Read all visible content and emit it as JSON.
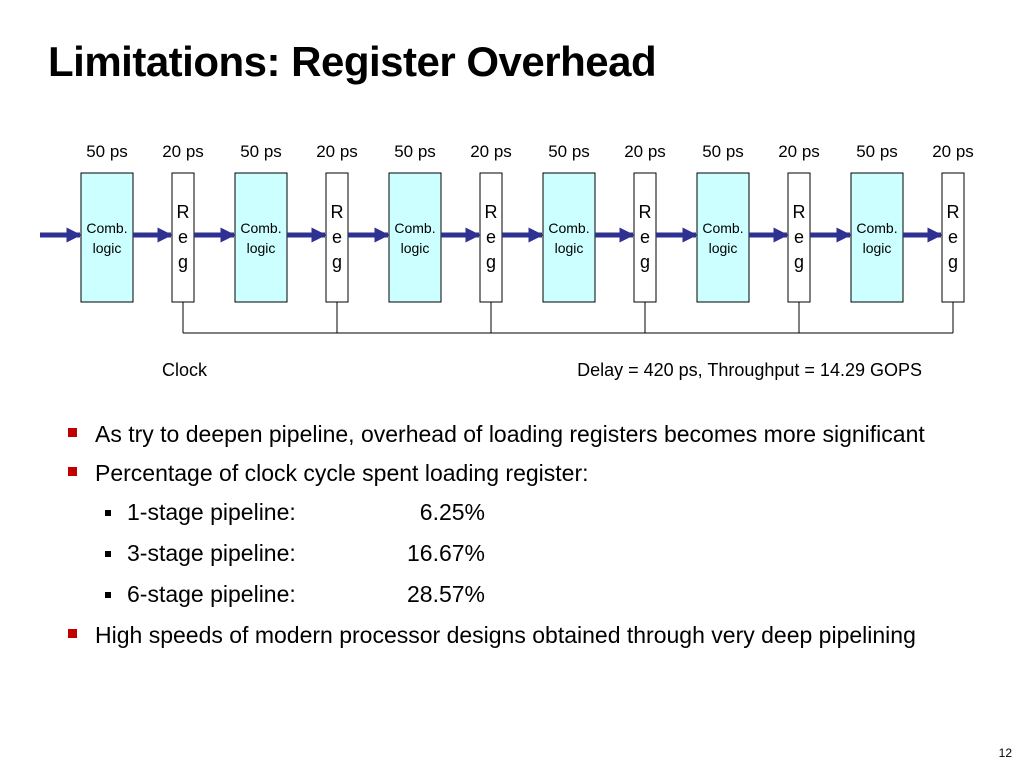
{
  "slide": {
    "title": "Limitations: Register Overhead",
    "page_number": "12"
  },
  "diagram": {
    "stages": [
      {
        "logic_delay": "50 ps",
        "reg_delay": "20 ps"
      },
      {
        "logic_delay": "50 ps",
        "reg_delay": "20 ps"
      },
      {
        "logic_delay": "50 ps",
        "reg_delay": "20 ps"
      },
      {
        "logic_delay": "50 ps",
        "reg_delay": "20 ps"
      },
      {
        "logic_delay": "50 ps",
        "reg_delay": "20 ps"
      },
      {
        "logic_delay": "50 ps",
        "reg_delay": "20 ps"
      }
    ],
    "logic_label_line1": "Comb.",
    "logic_label_line2": "logic",
    "reg_letters": [
      "R",
      "e",
      "g"
    ],
    "clock_label": "Clock",
    "summary": "Delay = 420 ps, Throughput = 14.29 GOPS",
    "colors": {
      "logic_fill": "#ccffff",
      "arrow": "#2e3192",
      "stroke": "#000000"
    }
  },
  "bullets": {
    "b1": "As try to deepen pipeline, overhead of loading registers becomes more significant",
    "b2": "Percentage of clock cycle spent loading register:",
    "sub": [
      {
        "label": "1-stage pipeline:",
        "value": "6.25%"
      },
      {
        "label": "3-stage pipeline:",
        "value": "16.67%"
      },
      {
        "label": "6-stage pipeline:",
        "value": "28.57%"
      }
    ],
    "b3": "High speeds of modern processor designs obtained through very deep pipelining"
  }
}
